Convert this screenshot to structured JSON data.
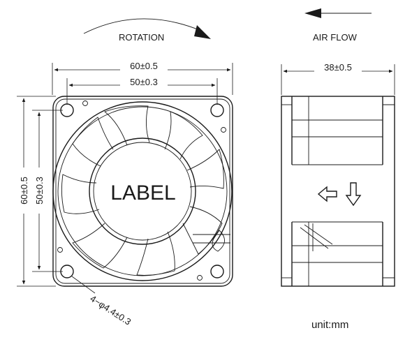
{
  "labels": {
    "rotation": "ROTATION",
    "air_flow": "AIR FLOW",
    "center_label": "LABEL",
    "unit": "unit:mm"
  },
  "dimensions": {
    "overall_width": "60±0.5",
    "hole_pitch_width": "50±0.3",
    "overall_height": "60±0.5",
    "hole_pitch_height": "50±0.3",
    "depth": "38±0.5",
    "mount_hole": "4−φ4.4±0.3"
  }
}
